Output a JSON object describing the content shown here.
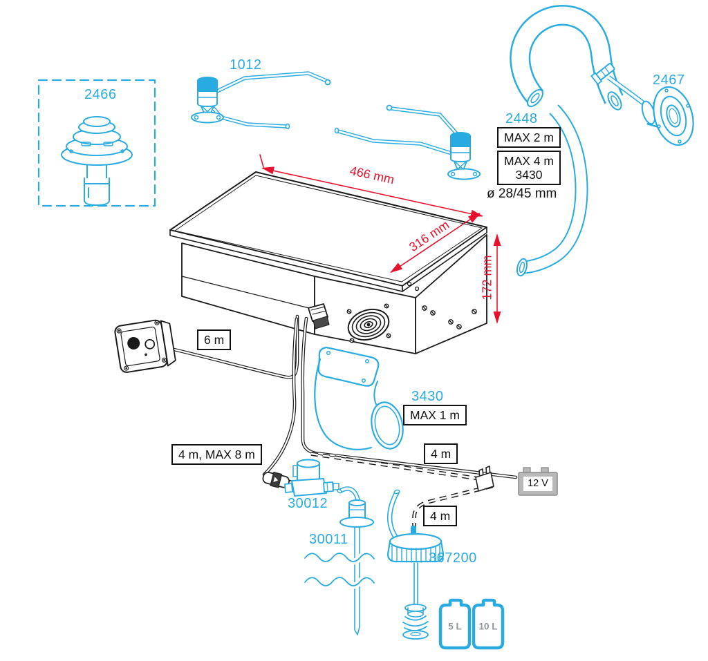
{
  "title": "Cooker installation diagram",
  "colors": {
    "part_number": "#29ABE2",
    "dimension": "#E8112D",
    "outline": "#1A1A1A"
  },
  "parts": {
    "chimney": {
      "id": "2466"
    },
    "pump": {
      "id": "1012"
    },
    "exhaust_hose": {
      "id": "2448",
      "max_a": "MAX 2 m",
      "max_b_line1": "MAX 4 m",
      "max_b_line2": "3430",
      "diameter": "ø 28/45 mm"
    },
    "deck_fitting": {
      "id": "2467"
    },
    "duct_elbow": {
      "id": "3430",
      "max": "MAX 1 m"
    },
    "valve": {
      "id": "30012"
    },
    "fuel_pickup": {
      "id": "30011"
    },
    "tank_connector": {
      "id": "367200"
    }
  },
  "lengths": {
    "control_cable": "6 m",
    "fuel_line": "4 m, MAX 8 m",
    "power_cable": "4 m",
    "tank_hose": "4 m"
  },
  "unit_dimensions": {
    "width": "466 mm",
    "depth": "316 mm",
    "height": "172 mm"
  },
  "electrical": {
    "battery": "12 V"
  },
  "fuel_canisters": {
    "small": "5 L",
    "large": "10 L"
  }
}
